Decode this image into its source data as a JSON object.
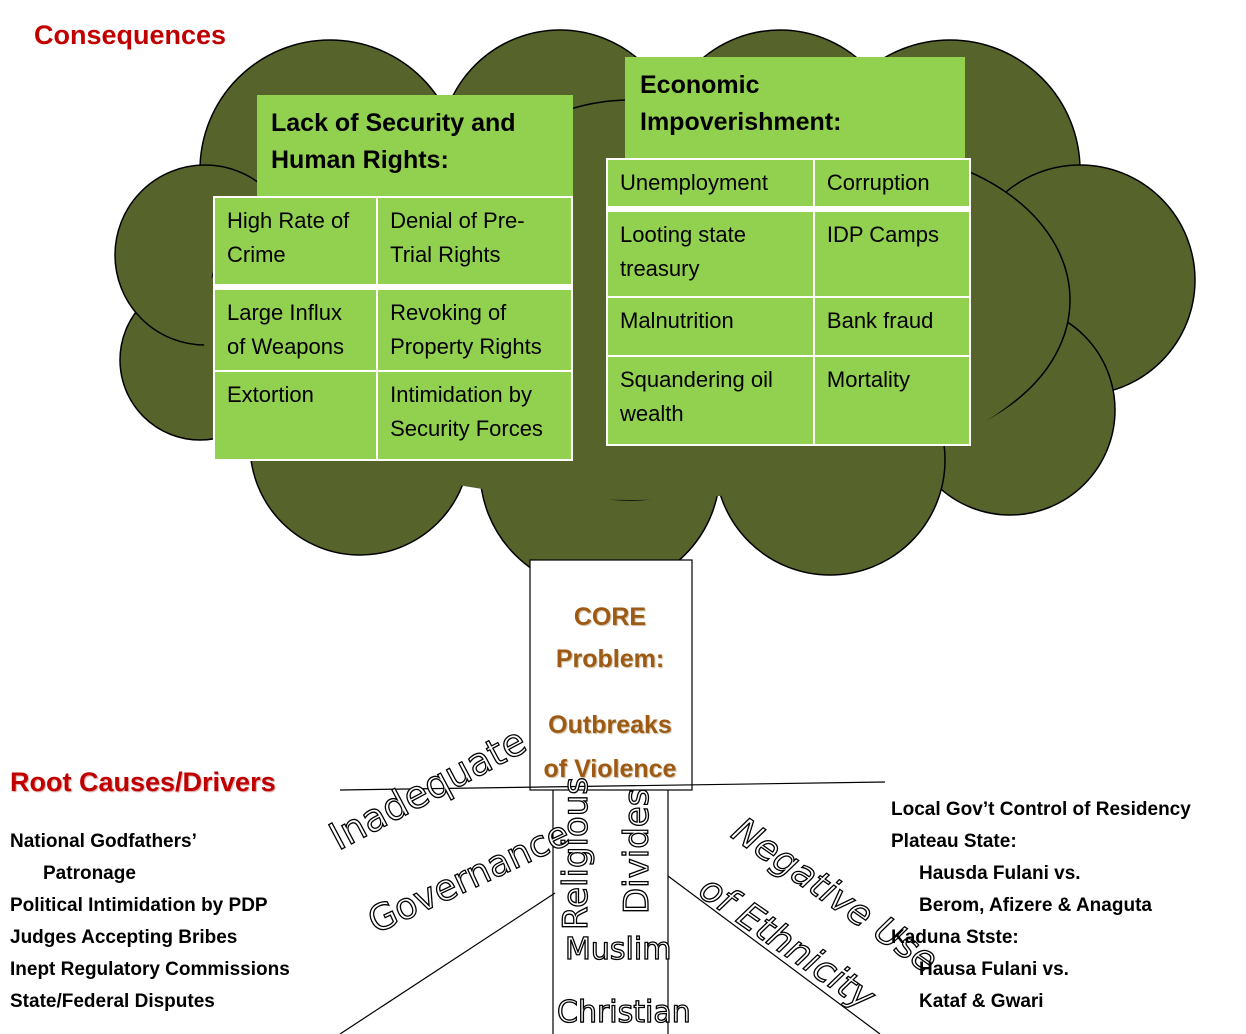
{
  "headings": {
    "consequences": "Consequences",
    "root_causes": "Root Causes/Drivers"
  },
  "core_problem": {
    "line1": "CORE",
    "line2": "Problem:",
    "line3": "Outbreaks",
    "line4": "of Violence"
  },
  "security_box": {
    "title_line1": "Lack of Security and",
    "title_line2": "Human Rights:",
    "rows": [
      [
        "High Rate of Crime",
        "Denial of Pre-Trial Rights"
      ],
      [
        "Large Influx of Weapons",
        "Revoking of Property Rights"
      ],
      [
        "Extortion",
        "Intimidation by Security Forces"
      ]
    ]
  },
  "economic_box": {
    "title_line1": "Economic",
    "title_line2": "Impoverishment:",
    "rows": [
      [
        "Unemployment",
        "Corruption"
      ],
      [
        "Looting state treasury",
        "IDP Camps"
      ],
      [
        "Malnutrition",
        "Bank fraud"
      ],
      [
        "Squandering oil wealth",
        "Mortality"
      ]
    ]
  },
  "roots": {
    "inadequate": "Inadequate",
    "governance": "Governance",
    "religious": "Religious",
    "divides": "Divides",
    "muslim": "Muslim",
    "christian": "Christian",
    "negative_use": "Negative Use",
    "of_ethnicity": "of Ethnicity"
  },
  "left_list": [
    "National Godfathers’",
    "Patronage",
    "Political Intimidation by PDP",
    "Judges Accepting Bribes",
    "Inept Regulatory Commissions",
    "State/Federal Disputes"
  ],
  "right_list": [
    "Local Gov’t Control of Residency",
    "Plateau State:",
    "Hausda Fulani vs.",
    "Berom, Afizere & Anaguta",
    "Kaduna Stste:",
    "Hausa Fulani vs.",
    "Kataf & Gwari"
  ],
  "colors": {
    "canopy": "#56642c",
    "box_green": "#92d050",
    "heading_red": "#c00000",
    "core_brown": "#9c5a14"
  }
}
